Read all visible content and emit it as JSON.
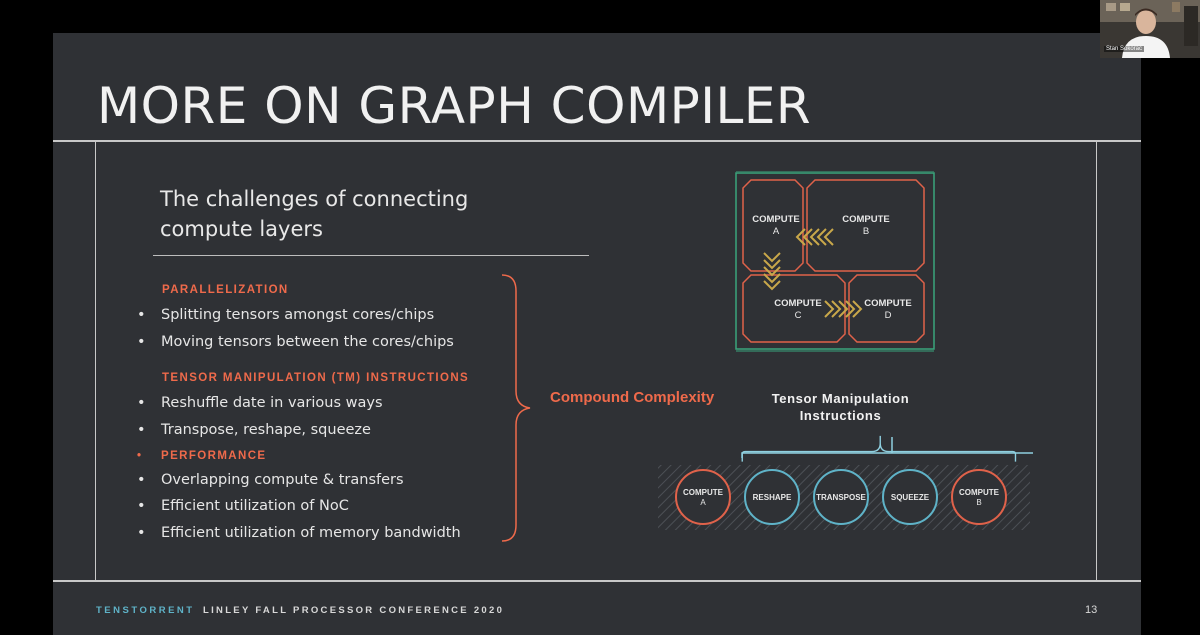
{
  "slide": {
    "title": "MORE ON GRAPH COMPILER",
    "subtitle": "The challenges of connecting compute layers",
    "sections": [
      {
        "heading": "PARALLELIZATION",
        "bullets": [
          "Splitting tensors amongst cores/chips",
          "Moving tensors between the cores/chips"
        ]
      },
      {
        "heading": "TENSOR MANIPULATION (TM) INSTRUCTIONS",
        "bullets": [
          "Reshuffle date in various ways",
          "Transpose, reshape, squeeze"
        ]
      },
      {
        "heading": "PERFORMANCE",
        "bullets": [
          "Overlapping compute & transfers",
          "Efficient utilization of NoC",
          "Efficient utilization of memory bandwidth"
        ]
      }
    ],
    "bracket_label": "Compound Complexity",
    "grid_blocks": [
      {
        "line1": "COMPUTE",
        "line2": "A"
      },
      {
        "line1": "COMPUTE",
        "line2": "B"
      },
      {
        "line1": "COMPUTE",
        "line2": "C"
      },
      {
        "line1": "COMPUTE",
        "line2": "D"
      }
    ],
    "tm_title": "Tensor Manipulation Instructions",
    "pipeline": [
      {
        "line1": "COMPUTE",
        "line2": "A",
        "kind": "compute"
      },
      {
        "line1": "RESHAPE",
        "line2": "",
        "kind": "tm"
      },
      {
        "line1": "TRANSPOSE",
        "line2": "",
        "kind": "tm"
      },
      {
        "line1": "SQUEEZE",
        "line2": "",
        "kind": "tm"
      },
      {
        "line1": "COMPUTE",
        "line2": "B",
        "kind": "compute"
      }
    ],
    "footer": {
      "brand": "TENSTORRENT",
      "conference": "LINLEY FALL PROCESSOR CONFERENCE 2020",
      "page": "13"
    },
    "colors": {
      "accent": "#ef6a4b",
      "teal": "#5fb3c8",
      "green": "#3aa57d",
      "gold": "#c9a84a",
      "background": "#2f3135"
    }
  },
  "video": {
    "participant_name": "Stan Sokorac"
  }
}
